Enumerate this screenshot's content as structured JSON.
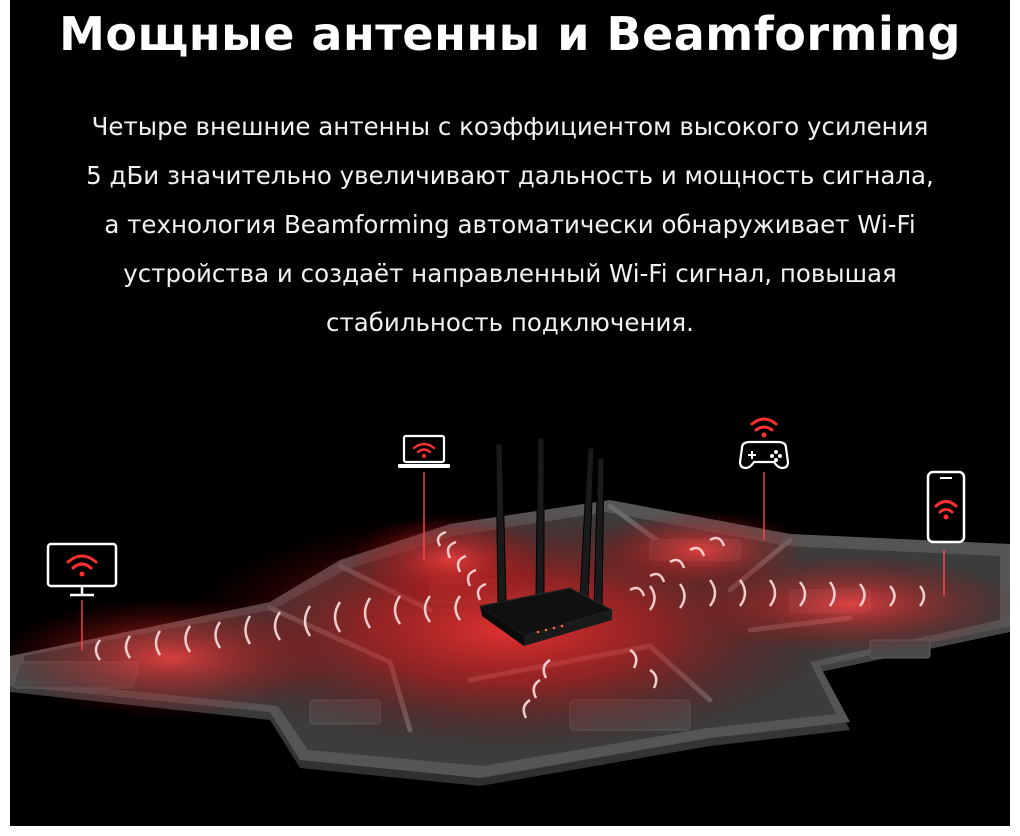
{
  "title": "Мощные антенны и Beamforming",
  "description": [
    "Четыре внешние антенны с коэффициентом высокого усиления",
    "5 дБи значительно увеличивают дальность и мощность сигнала,",
    "а технология Beamforming автоматически обнаруживает Wi-Fi",
    "устройства и создаёт направленный Wi-Fi сигнал, повышая",
    "стабильность подключения."
  ],
  "colors": {
    "background": "#000000",
    "text": "#ffffff",
    "signal": "#ff2a2a",
    "floor": "#4a4a4a"
  },
  "icons": [
    "monitor-icon",
    "laptop-icon",
    "gamepad-icon",
    "smartphone-icon",
    "router-icon"
  ]
}
